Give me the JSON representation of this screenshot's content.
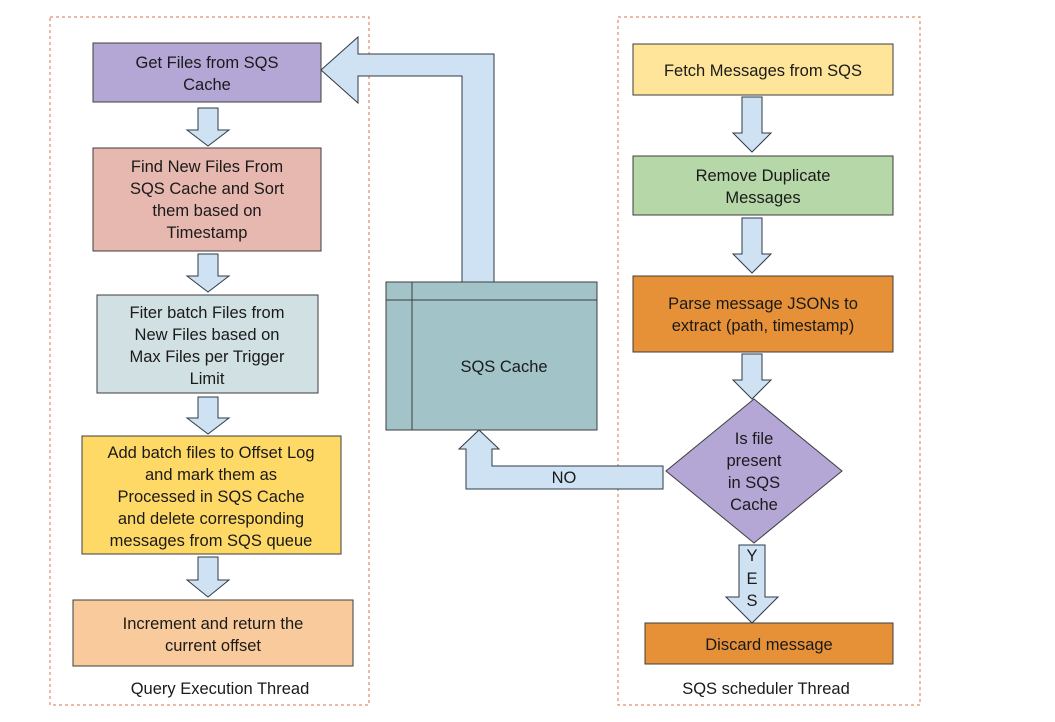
{
  "colors": {
    "lane_border": "#d9734e",
    "arrow_fill": "#cfe2f3",
    "arrow_stroke": "#2f3a45",
    "box_stroke": "#3d3d3d",
    "purple": "#b4a7d6",
    "salmon": "#e6b8af",
    "grey_blue": "#d0e0e3",
    "yellow": "#ffd966",
    "peach": "#f9cb9c",
    "light_yellow": "#ffe599",
    "green": "#b6d7a8",
    "orange": "#e69138",
    "teal": "#a2c4c9"
  },
  "lanes": {
    "query": {
      "label": "Query Execution Thread"
    },
    "scheduler": {
      "label": "SQS scheduler Thread"
    }
  },
  "left_steps": [
    {
      "lines": [
        "Get Files from SQS",
        "Cache"
      ]
    },
    {
      "lines": [
        "Find New Files From",
        "SQS Cache and Sort",
        "them based on",
        "Timestamp"
      ]
    },
    {
      "lines": [
        "Fiter batch Files from",
        "New Files based on",
        "Max Files per Trigger",
        "Limit"
      ]
    },
    {
      "lines": [
        "Add batch files to Offset Log",
        "and mark them as",
        "Processed in SQS Cache",
        "and delete corresponding",
        "messages from SQS queue"
      ]
    },
    {
      "lines": [
        "Increment and return the",
        "current offset"
      ]
    }
  ],
  "right_steps": [
    {
      "lines": [
        "Fetch Messages from SQS"
      ]
    },
    {
      "lines": [
        "Remove Duplicate",
        "Messages"
      ]
    },
    {
      "lines": [
        "Parse message JSONs to",
        "extract (path, timestamp)"
      ]
    }
  ],
  "decision": {
    "lines": [
      "Is file",
      "present",
      "in SQS",
      "Cache"
    ]
  },
  "discard": {
    "lines": [
      "Discard message"
    ]
  },
  "cache": {
    "label": "SQS Cache"
  },
  "branches": {
    "no": "NO",
    "yes": [
      "Y",
      "E",
      "S"
    ]
  }
}
